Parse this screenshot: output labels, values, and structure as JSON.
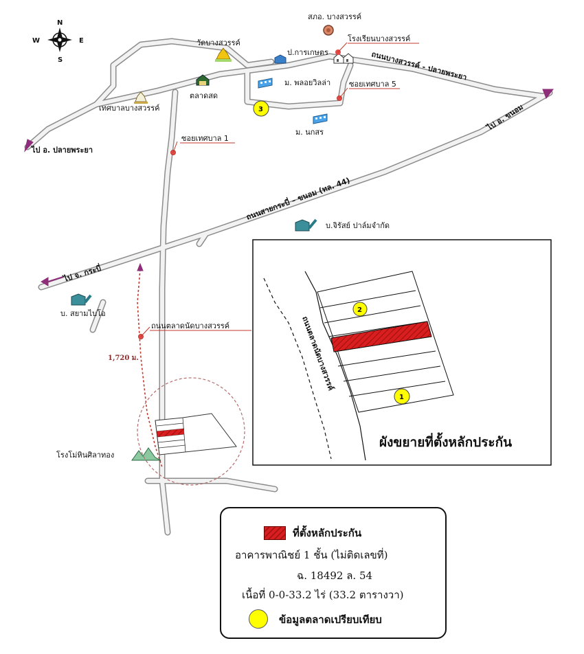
{
  "colors": {
    "road_fill": "#f2f2f2",
    "road_edge": "#8c8c8c",
    "road_red": "#c0392b",
    "arrow": "#8e2d7a",
    "plot_red": "#d81e1e",
    "marker_yellow": "#ffff00",
    "pin_red": "#e24a4a"
  },
  "compass": {
    "n": "N",
    "s": "S",
    "e": "E",
    "w": "W"
  },
  "labels": {
    "wat": "วัดบางสวรรค์",
    "police": "สภอ. บางสวรรค์",
    "school": "โรงเรียนบางสวรรค์",
    "agri": "ป.การเกษตร",
    "road_top": "ถนนบางสวรรค์ - ปลายพระยา",
    "fresh_market": "ตลาดสด",
    "ploy_villa": "ม. พลอยวิลล่า",
    "soi5": "ซอยเทศบาล 5",
    "municipality": "เทศบาลบางสวรรค์",
    "to_plai_phraya": "ไป อ. ปลายพระยา",
    "nok_son": "ม. นกสร",
    "soi1": "ซอยเทศบาล 1",
    "to_khanom": "ไป อ. ขนอม",
    "main_road": "ถนนสายกระบี่ – ขนอม (ทล. 44)",
    "palm_company": "บ.จิรัสย์ ปาล์มจำกัด",
    "to_krabi": "ไป จ. กระบี่",
    "siam_bio": "บ. สยามไบโอ",
    "market_road": "ถนนตลาดนัดบางสวรรค์",
    "distance": "1,720 ม.",
    "stone_factory": "โรงโม่หินศิลาทอง",
    "inset_road": "ถนนตลาดนัดบางสวรรค์",
    "inset_title": "ผังขยายที่ตั้งหลักประกัน"
  },
  "markers": {
    "m1": "1",
    "m2": "2",
    "m3": "3"
  },
  "legend": {
    "property_label": "ที่ตั้งหลักประกัน",
    "building": "อาคารพาณิชย์ 1 ชั้น (ไม่ติดเลขที่)",
    "deed": "ฉ. 18492 ล. 54",
    "area": "เนื้อที่ 0-0-33.2 ไร่ (33.2 ตารางวา)",
    "comparable_label": "ข้อมูลตลาดเปรียบเทียบ"
  }
}
